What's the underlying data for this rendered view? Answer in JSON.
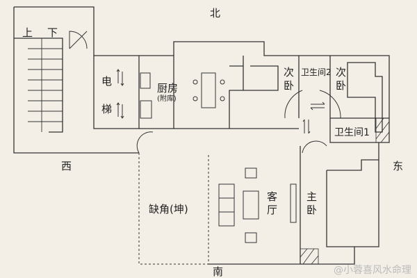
{
  "compass": {
    "north": "北",
    "south": "南",
    "west": "西",
    "east": "东"
  },
  "stairs": {
    "up": "上",
    "down": "下"
  },
  "rooms": {
    "elevator_1": "电",
    "elevator_2": "梯",
    "kitchen": "厨房",
    "kitchen_note": "(附库)",
    "second_bedroom_left": "次卧",
    "bathroom_2": "卫生间2",
    "second_bedroom_right": "次卧",
    "bathroom_1": "卫生间1",
    "living_room": "客厅",
    "master_bedroom": "主卧",
    "missing_corner": "缺角(坤)"
  },
  "watermark": "@小蓉喜风水命理",
  "colors": {
    "line": "#333333",
    "background": "#f3efe7"
  }
}
